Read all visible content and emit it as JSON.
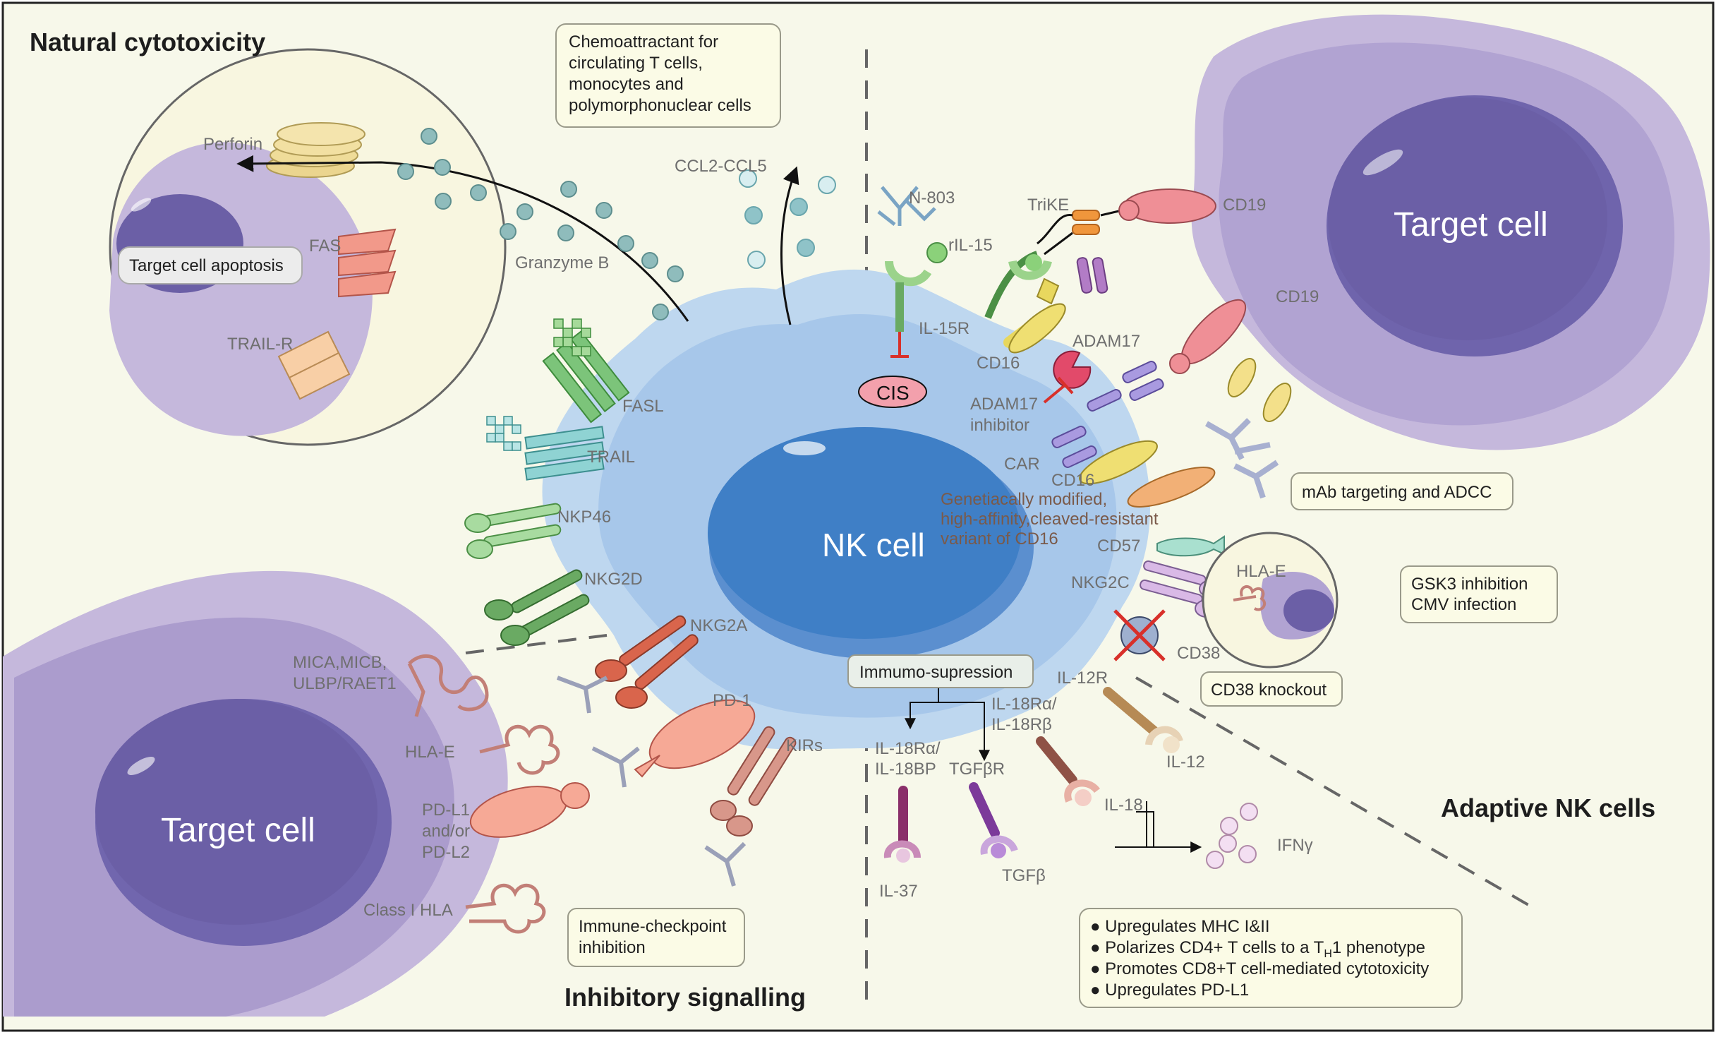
{
  "sections": {
    "natural_cytotoxicity": "Natural cytotoxicity",
    "inhibitory_signalling": "Inhibitory signalling",
    "adaptive_nk_cells": "Adaptive NK cells"
  },
  "cells": {
    "nk_cell": "NK cell",
    "target_cell_left": "Target cell",
    "target_cell_right": "Target cell"
  },
  "boxes": {
    "chemoattractant": [
      "Chemoattractant for",
      "circulating T cells,",
      "monocytes and",
      "polymorphonuclear cells"
    ],
    "target_apoptosis": "Target cell apoptosis",
    "mab_adcc": "mAb targeting and ADCC",
    "gsk3": [
      "GSK3 inhibition",
      "CMV infection"
    ],
    "cd38_knockout": "CD38 knockout",
    "immuno_suppression": "Immumo-supression",
    "checkpoint": [
      "Immune-checkpoint",
      "inhibition"
    ],
    "effects": [
      "Upregulates MHC I&II",
      "Polarizes CD4+ T cells to a T",
      "H",
      "1 phenotype",
      "Promotes CD8+T cell-mediated cytotoxicity",
      "Upregulates PD-L1"
    ],
    "bullet": "●"
  },
  "labels": {
    "perforin": "Perforin",
    "fas": "FAS",
    "trail_r": "TRAIL-R",
    "granzyme_b": "Granzyme B",
    "ccl": "CCL2-CCL5",
    "fasl": "FASL",
    "trail": "TRAIL",
    "nkp46": "NKP46",
    "nkg2d": "NKG2D",
    "mica": [
      "MICA,MICB,",
      "ULBP/RAET1"
    ],
    "nkg2a": "NKG2A",
    "hla_e_left": "HLA-E",
    "pd1": "PD-1",
    "pdl": [
      "PD-L1",
      "and/or",
      "PD-L2"
    ],
    "kirs": "KIRs",
    "class_i_hla": "Class I HLA",
    "n803": "N-803",
    "ril15": "rIL-15",
    "il15r": "IL-15R",
    "cis": "CIS",
    "trike": "TriKE",
    "cd19_top": "CD19",
    "cd19_mid": "CD19",
    "cd16_top": "CD16",
    "adam17": "ADAM17",
    "adam17_inh": [
      "ADAM17",
      "inhibitor"
    ],
    "car": "CAR",
    "cd16_mid": "CD16",
    "gm_cd16": [
      "Genetiacally modified,",
      "high-affinity,cleaved-resistant",
      "variant of CD16"
    ],
    "cd57": "CD57",
    "nkg2c": "NKG2C",
    "hla_e_right": "HLA-E",
    "cd38": "CD38",
    "il12r": "IL-12R",
    "il18ra_rb": [
      "IL-18Rα/",
      "IL-18Rβ"
    ],
    "il18bp": [
      "IL-18Rα/",
      "IL-18BP"
    ],
    "tgfbr": "TGFβR",
    "il37": "IL-37",
    "tgfb": "TGFβ",
    "il18": "IL-18",
    "il12": "IL-12",
    "ifng": "IFNγ"
  },
  "colors": {
    "background": "#f7f8ea",
    "nk_outer": "#bed7ef",
    "nk_nucleus": "#3f7fc6",
    "target_outer": "#c2b4da",
    "target_nucleus": "#6a5fa5",
    "inset_fill": "#f8f6e0",
    "inhibit_red": "#d8302a"
  }
}
